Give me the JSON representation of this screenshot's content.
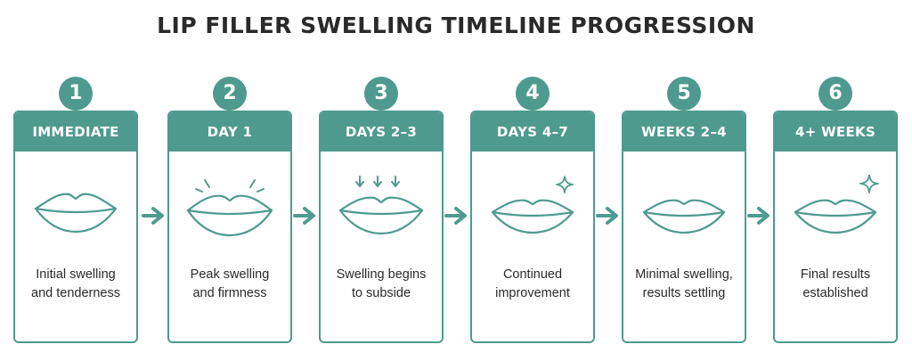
{
  "title": "LIP FILLER SWELLING TIMELINE PROGRESSION",
  "colors": {
    "accent": "#4f9a8f",
    "text": "#2a2a2a",
    "background": "#ffffff"
  },
  "steps": [
    {
      "number": "1",
      "label": "IMMEDIATE",
      "description_line1": "Initial swelling",
      "description_line2": "and tenderness",
      "icon": "lips-icon"
    },
    {
      "number": "2",
      "label": "DAY 1",
      "description_line1": "Peak swelling",
      "description_line2": "and firmness",
      "icon": "lips-swollen-icon"
    },
    {
      "number": "3",
      "label": "DAYS 2–3",
      "description_line1": "Swelling begins",
      "description_line2": "to subside",
      "icon": "lips-subsiding-icon"
    },
    {
      "number": "4",
      "label": "DAYS 4–7",
      "description_line1": "Continued",
      "description_line2": "improvement",
      "icon": "lips-sparkle-icon"
    },
    {
      "number": "5",
      "label": "WEEKS 2–4",
      "description_line1": "Minimal swelling,",
      "description_line2": "results settling",
      "icon": "lips-icon"
    },
    {
      "number": "6",
      "label": "4+ WEEKS",
      "description_line1": "Final results",
      "description_line2": "established",
      "icon": "lips-sparkle-icon"
    }
  ]
}
